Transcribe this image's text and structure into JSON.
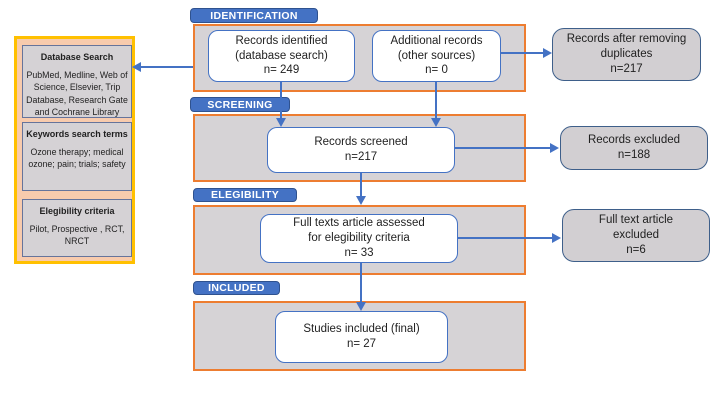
{
  "theme": {
    "accent": "#4472C4",
    "label_border": "#2F528F",
    "orange": "#ED7D31",
    "container_gray": "#D6D3D6",
    "box_gray": "#D2CFD2",
    "yellow": "#FFC000",
    "peach": "#F8CBAD",
    "slate_border": "#66749B",
    "muted_blue": "#3E5F8A",
    "ink": "#1F1F1F"
  },
  "sidebar": {
    "sections": [
      {
        "heading": "Database Search",
        "body": "PubMed, Medline, Web of Science, Elsevier, Trip Database, Research Gate and Cochrane Library"
      },
      {
        "heading": "Keywords search terms",
        "body": "Ozone therapy; medical ozone; pain; trials; safety"
      },
      {
        "heading": "Elegibility criteria",
        "body": "Pilot, Prospective , RCT, NRCT"
      }
    ]
  },
  "stages": {
    "identification": {
      "label": "IDENTIFICATION"
    },
    "screening": {
      "label": "SCREENING"
    },
    "eligibility": {
      "label": "ELEGIBILITY"
    },
    "included": {
      "label": "INCLUDED"
    }
  },
  "boxes": {
    "records_identified": {
      "text": "Records identified\n(database search)\nn= 249"
    },
    "additional_records": {
      "text": "Additional records\n(other sources)\nn= 0"
    },
    "after_duplicates": {
      "text": "Records after removing\nduplicates\nn=217"
    },
    "records_screened": {
      "text": "Records screened\nn=217"
    },
    "records_excluded": {
      "text": "Records excluded\nn=188"
    },
    "full_text_assessed": {
      "text": "Full texts article assessed\nfor elegibility criteria\nn= 33"
    },
    "full_text_excluded": {
      "text": "Full text article\nexcluded\nn=6"
    },
    "studies_included": {
      "text": "Studies included (final)\nn= 27"
    }
  }
}
